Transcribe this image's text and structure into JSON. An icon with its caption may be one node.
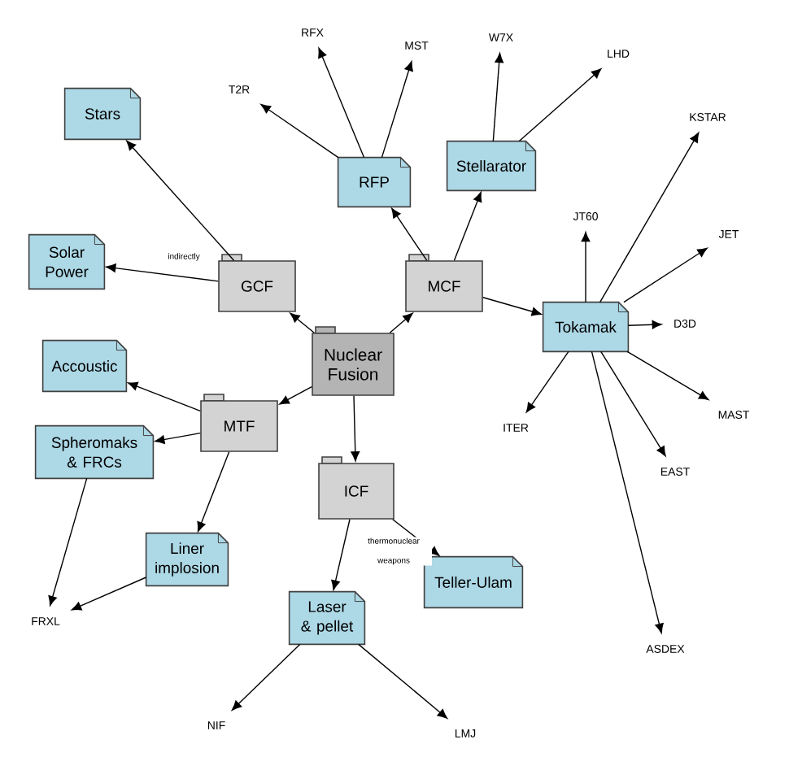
{
  "diagram": {
    "nodes": [
      {
        "text": [
          "Nuclear Fusion"
        ]
      },
      {
        "text": [
          "GCF"
        ]
      },
      {
        "text": [
          "MCF"
        ]
      },
      {
        "text": [
          "MTF"
        ]
      },
      {
        "text": [
          "ICF"
        ]
      },
      {
        "text": [
          "Stars"
        ]
      },
      {
        "text": [
          "Solar Power"
        ]
      },
      {
        "text": [
          "RFP"
        ]
      },
      {
        "text": [
          "Stellarator"
        ]
      },
      {
        "text": [
          "Tokamak"
        ]
      },
      {
        "text": [
          "Accoustic"
        ]
      },
      {
        "text": [
          "Spheromaks & FRCs"
        ]
      },
      {
        "text": [
          "Liner implosion"
        ]
      },
      {
        "text": [
          "Laser & pellet"
        ]
      },
      {
        "text": [
          "Teller-Ulam"
        ]
      },
      {
        "text": [
          "T2R"
        ]
      },
      {
        "text": [
          "RFX"
        ]
      },
      {
        "text": [
          "MST"
        ]
      },
      {
        "text": [
          "W7X"
        ]
      },
      {
        "text": [
          "LHD"
        ]
      },
      {
        "text": [
          "KSTAR"
        ]
      },
      {
        "text": [
          "JT60"
        ]
      },
      {
        "text": [
          "JET"
        ]
      },
      {
        "text": [
          "D3D"
        ]
      },
      {
        "text": [
          "MAST"
        ]
      },
      {
        "text": [
          "EAST"
        ]
      },
      {
        "text": [
          "ITER"
        ]
      },
      {
        "text": [
          "ASDEX"
        ]
      },
      {
        "text": [
          "FRXL"
        ]
      },
      {
        "text": [
          "NIF"
        ]
      },
      {
        "text": [
          "LMJ"
        ]
      }
    ],
    "edges": [
      {
        "from": 0,
        "to": 1,
        "arrow": "to"
      },
      {
        "from": 0,
        "to": 2,
        "arrow": "to"
      },
      {
        "from": 0,
        "to": 3,
        "arrow": "to"
      },
      {
        "from": 0,
        "to": 4,
        "arrow": "to"
      },
      {
        "from": 1,
        "to": 5,
        "arrow": "to"
      },
      {
        "from": 1,
        "to": 6,
        "arrow": "to",
        "label": "indirectly"
      },
      {
        "from": 2,
        "to": 7,
        "arrow": "to"
      },
      {
        "from": 2,
        "to": 8,
        "arrow": "to"
      },
      {
        "from": 2,
        "to": 9,
        "arrow": "to"
      },
      {
        "from": 7,
        "to": 15,
        "arrow": "to"
      },
      {
        "from": 7,
        "to": 16,
        "arrow": "to"
      },
      {
        "from": 7,
        "to": 17,
        "arrow": "to"
      },
      {
        "from": 8,
        "to": 18,
        "arrow": "to"
      },
      {
        "from": 8,
        "to": 19,
        "arrow": "to"
      },
      {
        "from": 9,
        "to": 20,
        "arrow": "to"
      },
      {
        "from": 9,
        "to": 21,
        "arrow": "to"
      },
      {
        "from": 9,
        "to": 22,
        "arrow": "to"
      },
      {
        "from": 9,
        "to": 23,
        "arrow": "to"
      },
      {
        "from": 9,
        "to": 24,
        "arrow": "to"
      },
      {
        "from": 9,
        "to": 25,
        "arrow": "to"
      },
      {
        "from": 9,
        "to": 26,
        "arrow": "to"
      },
      {
        "from": 9,
        "to": 27,
        "arrow": "to"
      },
      {
        "from": 3,
        "to": 10,
        "arrow": "to"
      },
      {
        "from": 3,
        "to": 11,
        "arrow": "to"
      },
      {
        "from": 3,
        "to": 12,
        "arrow": "to"
      },
      {
        "from": 11,
        "to": 28,
        "arrow": "to"
      },
      {
        "from": 12,
        "to": 28,
        "arrow": "to"
      },
      {
        "from": 4,
        "to": 13,
        "arrow": "to"
      },
      {
        "from": 4,
        "to": 14,
        "arrow": "to",
        "label": "thermonuclear weapons"
      },
      {
        "from": 13,
        "to": 29,
        "arrow": "to"
      },
      {
        "from": 13,
        "to": 30,
        "arrow": "to"
      }
    ]
  }
}
